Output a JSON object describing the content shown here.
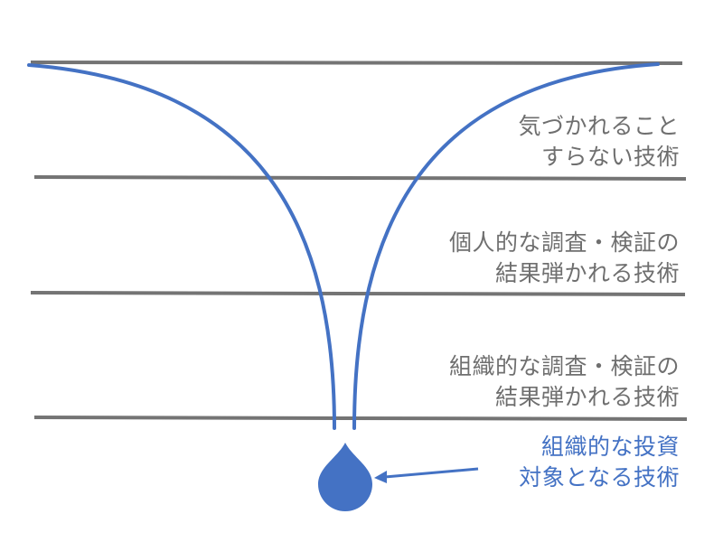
{
  "colors": {
    "line_gray": "#747474",
    "text_gray": "#6f6f6f",
    "blue": "#4472c4"
  },
  "labels": [
    {
      "lines": [
        "気づかれること",
        "すらない技術"
      ]
    },
    {
      "lines": [
        "個人的な調査・検証の",
        "結果弾かれる技術"
      ]
    },
    {
      "lines": [
        "組織的な調査・検証の",
        "結果弾かれる技術"
      ]
    },
    {
      "lines": [
        "組織的な投資",
        "対象となる技術"
      ]
    }
  ],
  "shapes": {
    "horizontal_lines": 4,
    "funnel": "two blue curves converging downward",
    "drop": "blue water-drop icon",
    "arrow": "blue arrow pointing left from bottom label to drop"
  }
}
